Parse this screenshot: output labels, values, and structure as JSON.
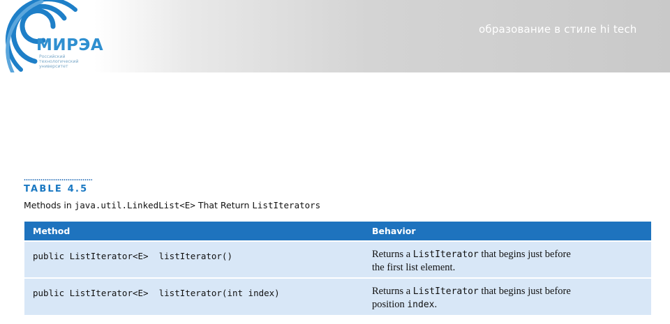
{
  "header": {
    "slogan": "образование в стиле hi tech",
    "logo": {
      "wordmark": "МИРЭА",
      "subtitle_lines": [
        "Российский",
        "технологический",
        "университет"
      ],
      "icon": "mirea-logo-icon",
      "colors": {
        "arcs": "#1e7fc8",
        "wordmark": "#2f8fd0"
      }
    }
  },
  "table": {
    "label": "TABLE 4.5",
    "caption": {
      "t1": "Methods in ",
      "c1": "java.util.LinkedList<E>",
      "t2": " That Return ",
      "c2": "ListIterators"
    },
    "columns": [
      "Method",
      "Behavior"
    ],
    "rows": [
      {
        "method": "public ListIterator<E>  listIterator()",
        "behavior": {
          "pre": "Returns a ",
          "code": "ListIterator",
          "post": " that begins just before",
          "line2": "the first list element."
        }
      },
      {
        "method": "public ListIterator<E>  listIterator(int index)",
        "behavior": {
          "pre": "Returns a ",
          "code": "ListIterator",
          "post": " that begins just before",
          "line2_pre": "position ",
          "line2_code": "index",
          "line2_post": "."
        }
      }
    ],
    "colors": {
      "header_bg": "#1e73be",
      "row_bg": "#d8e7f7",
      "label": "#1a78c2"
    }
  }
}
